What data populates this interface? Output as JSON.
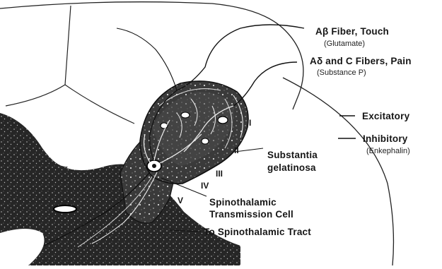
{
  "fibers": {
    "a_beta": {
      "title": "Aβ Fiber, Touch",
      "transmitter": "(Glutamate)"
    },
    "a_delta_c": {
      "title": "Aδ and C Fibers, Pain",
      "transmitter": "(Substance P)"
    }
  },
  "legend": {
    "excitatory": "Excitatory",
    "inhibitory": "Inhibitory",
    "inhibitory_transmitter": "(Enkephalin)"
  },
  "structures": {
    "substantia_line1": "Substantia",
    "substantia_line2": "gelatinosa",
    "transmission_line1": "Spinothalamic",
    "transmission_line2": "Transmission Cell",
    "tract": "To Spinothalamic Tract"
  },
  "laminae": [
    "I",
    "II",
    "III",
    "IV",
    "V"
  ],
  "colors": {
    "ink": "#161616",
    "shade": "#2a2a2a",
    "paper": "#ffffff"
  }
}
